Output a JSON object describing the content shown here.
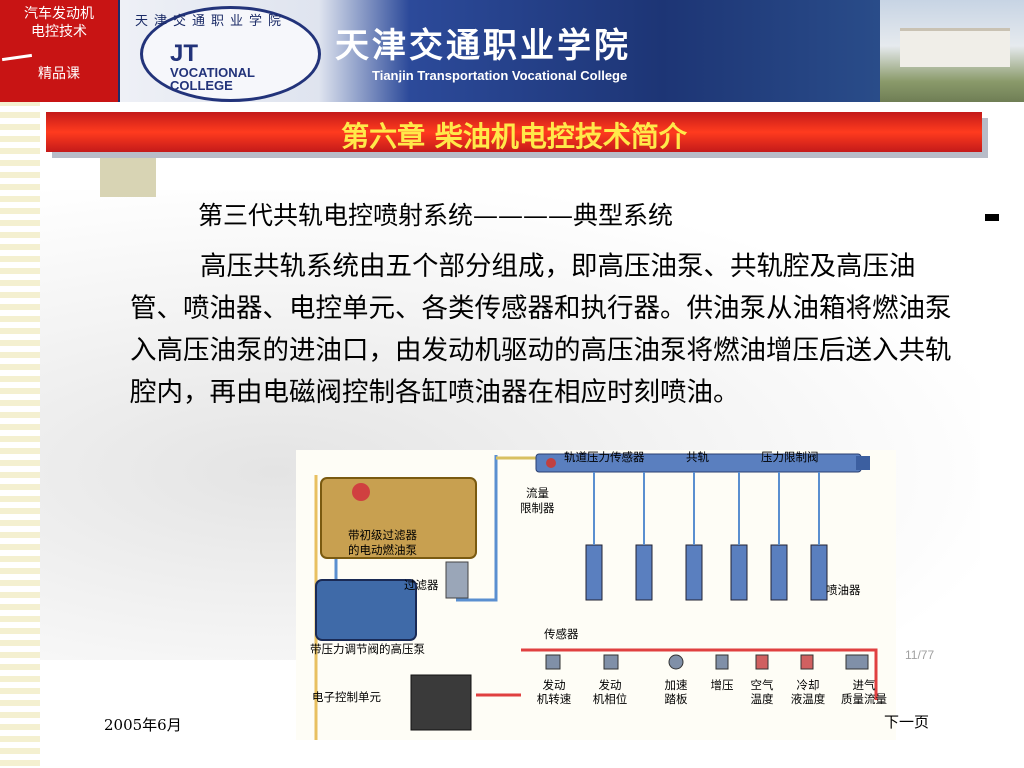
{
  "corner": {
    "line1": "汽车发动机",
    "line2": "电控技术",
    "line3": "精品课"
  },
  "header": {
    "logo_top": "天津交通职业学院",
    "logo_line1": "JT",
    "logo_line2": "VOCATIONAL",
    "logo_line3": "COLLEGE",
    "school_cn": "天津交通职业学院",
    "school_en": "Tianjin Transportation Vocational College"
  },
  "chapter_title": "第六章 柴油机电控技术简介",
  "subtitle": "第三代共轨电控喷射系统————典型系统",
  "paragraph": "高压共轨系统由五个部分组成，即高压油泵、共轨腔及高压油管、喷油器、电控单元、各类传感器和执行器。供油泵从油箱将燃油泵入高压油泵的进油口，由发动机驱动的高压油泵将燃油增压后送入共轨腔内，再由电磁阀控制各缸喷油器在相应时刻喷油。",
  "diagram": {
    "rail_sensor": "轨道压力传感器",
    "common_rail": "共轨",
    "pressure_limit": "压力限制阀",
    "flow_limiter_1": "流量",
    "flow_limiter_2": "限制器",
    "tank_pump_1": "带初级过滤器",
    "tank_pump_2": "的电动燃油泵",
    "filter": "过滤器",
    "injector": "喷油器",
    "hp_pump": "带压力调节阀的高压泵",
    "sensors": "传感器",
    "ecu": "电子控制单元",
    "s1": [
      "发动",
      "机转速"
    ],
    "s2": [
      "发动",
      "机相位"
    ],
    "s3": [
      "加速",
      "踏板"
    ],
    "s4": [
      "增压"
    ],
    "s5": [
      "空气",
      "温度"
    ],
    "s6": [
      "冷却",
      "液温度"
    ],
    "s7": [
      "进气",
      "质量流量"
    ]
  },
  "page_number": "11/77",
  "footer_date": "2005年6月",
  "next_page": "下一页",
  "colors": {
    "title_bg": "#e0201a",
    "title_text": "#ffe94a",
    "header_bg": "#1a2e6b",
    "corner_bg": "#c81414"
  }
}
